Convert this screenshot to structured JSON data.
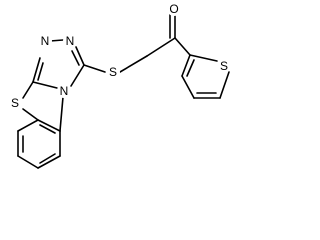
{
  "molecule": {
    "atoms": {
      "n1": "N",
      "n2": "N",
      "n_bridge": "N",
      "s_ring": "S",
      "s_link": "S",
      "o": "O",
      "s_thiophene": "S"
    }
  }
}
